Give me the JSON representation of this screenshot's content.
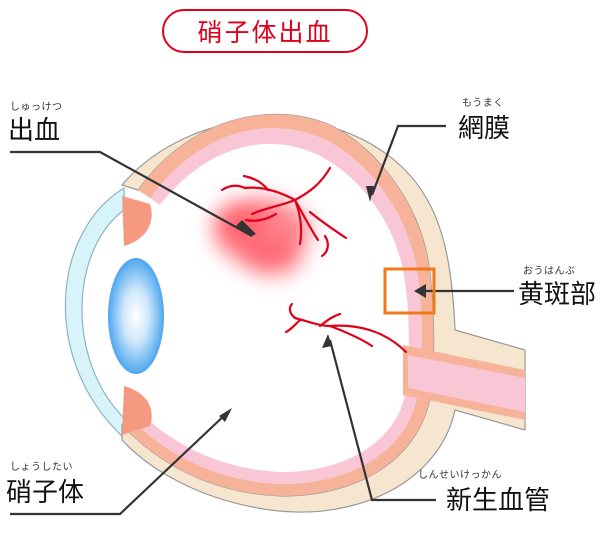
{
  "title": "硝子体出血",
  "labels": {
    "hemorrhage": {
      "text": "出血",
      "ruby": "しゅっけつ"
    },
    "retina": {
      "text": "網膜",
      "ruby": "もうまく"
    },
    "macula": {
      "text": "黄斑部",
      "ruby": "おうはんぶ"
    },
    "vitreous": {
      "text": "硝子体",
      "ruby": "しょうしたい"
    },
    "neovascular": {
      "text": "新生血管",
      "ruby": "しんせいけっかん"
    }
  },
  "colors": {
    "title_red": "#e0001a",
    "sclera": "#f7e6cf",
    "choroid": "#f7b39a",
    "retina": "#f9c6d6",
    "vessel": "#e0001a",
    "bleed": "#ff5a66",
    "lens": "#5fb0f2",
    "cornea": "#d8f4fb",
    "macula_box": "#f07a1a",
    "pointer": "#333333"
  }
}
